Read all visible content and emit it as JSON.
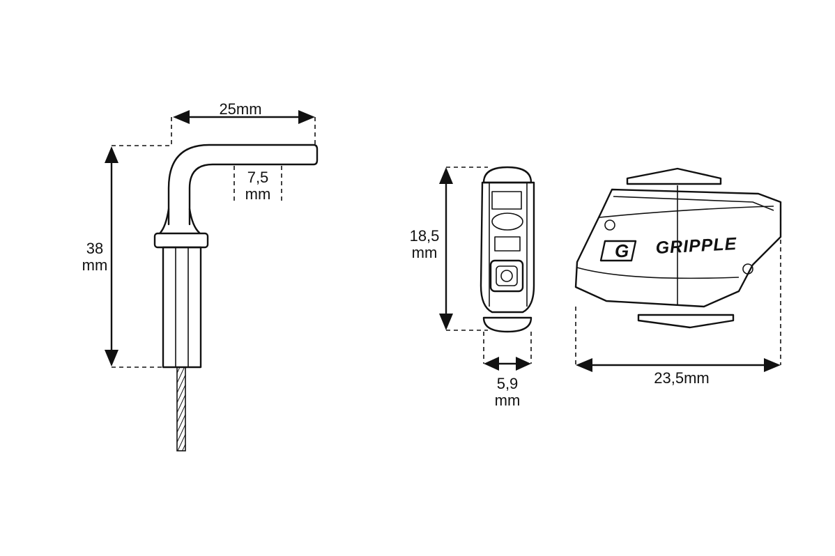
{
  "dimensions": {
    "hook_width": "25mm",
    "hook_height": "38",
    "hook_height_unit": "mm",
    "hook_tip_depth": "7,5",
    "hook_tip_depth_unit": "mm",
    "gripple_height": "18,5",
    "gripple_height_unit": "mm",
    "gripple_depth": "5,9",
    "gripple_depth_unit": "mm",
    "gripple_width": "23,5mm"
  },
  "logo": {
    "text": "GRIPPLE"
  },
  "icons": {
    "hook": "angled-hanger-hook-icon",
    "gripple_side": "gripple-side-view-icon",
    "gripple_front": "gripple-front-view-icon"
  },
  "colors": {
    "line": "#111111",
    "background": "#ffffff"
  }
}
